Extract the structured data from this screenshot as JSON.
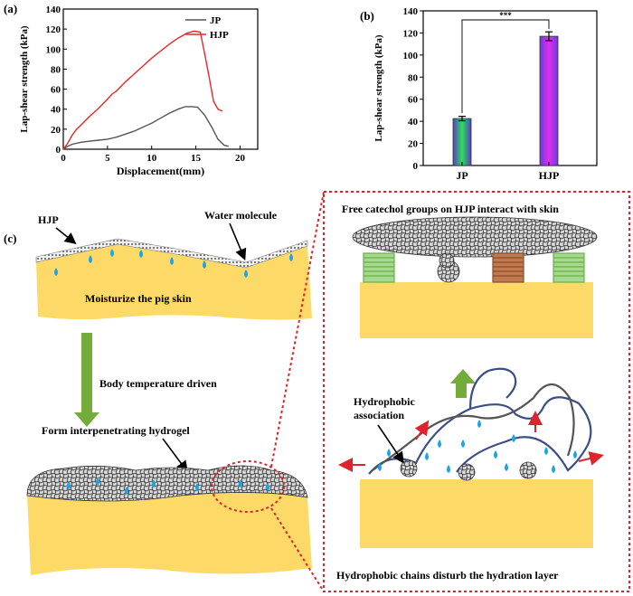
{
  "panels": {
    "a_label": "(a)",
    "b_label": "(b)",
    "c_label": "(c)"
  },
  "chart_data": [
    {
      "type": "line",
      "xlabel": "Displacement(mm)",
      "ylabel": "Lap-shear strength (kPa)",
      "xlim": [
        0,
        22
      ],
      "ylim": [
        0,
        140
      ],
      "xticks": [
        0,
        5,
        10,
        15,
        20
      ],
      "yticks": [
        0,
        20,
        40,
        60,
        80,
        100,
        120,
        140
      ],
      "legend": "top-right",
      "grid": false,
      "series": [
        {
          "name": "JP",
          "color": "#555555",
          "x": [
            0,
            0.5,
            1,
            2,
            3,
            4,
            5,
            6,
            7,
            8,
            9,
            10,
            11,
            12,
            13,
            13.8,
            14.5,
            15.2,
            16,
            16.8,
            17.5,
            18.2,
            18.7
          ],
          "y": [
            0,
            3,
            5,
            7,
            8,
            9,
            10,
            12,
            15,
            18,
            22,
            26,
            31,
            36,
            40,
            42.5,
            42.5,
            42,
            34,
            22,
            10,
            4,
            3
          ]
        },
        {
          "name": "HJP",
          "color": "#e8262b",
          "x": [
            0,
            0.5,
            1,
            1.5,
            2,
            3,
            4,
            5,
            5.5,
            6,
            7,
            8,
            9,
            10,
            11,
            12,
            13,
            14,
            14.8,
            15.5,
            16,
            16.5,
            17,
            17.5,
            18
          ],
          "y": [
            0,
            6,
            14,
            20,
            24,
            33,
            41,
            50,
            55,
            58,
            67,
            75,
            83,
            91,
            98,
            105,
            111,
            116,
            118,
            117,
            95,
            72,
            48,
            40,
            38
          ]
        }
      ]
    },
    {
      "type": "bar",
      "ylabel": "Lap-shear strength (kPa)",
      "categories": [
        "JP",
        "HJP"
      ],
      "values": [
        42.5,
        117
      ],
      "errors": [
        2,
        4
      ],
      "ylim": [
        0,
        140
      ],
      "yticks": [
        0,
        20,
        40,
        60,
        80,
        100,
        120,
        140
      ],
      "significance": "***",
      "grid": false
    }
  ],
  "diagram": {
    "hjp_label": "HJP",
    "water_label": "Water molecule",
    "moisturize_label": "Moisturize the  pig skin",
    "body_temp_label": "Body temperature driven",
    "interpenetrating_label": "Form interpenetrating hydrogel",
    "catechol_label": "Free catechol groups on HJP interact with skin",
    "hydrophobic_line1": "Hydrophobic",
    "hydrophobic_line2": "association",
    "hydration_label": "Hydrophobic chains disturb the hydration layer",
    "colors": {
      "skin": "#fdd968",
      "water": "#1aa6e6",
      "arrow_green": "#74ac3c",
      "dotted_red": "#e0222a",
      "chain_blue": "#3a4f86",
      "chain_gray": "#555555",
      "spring_green": "#a6d98e",
      "spring_brown": "#c07a4e"
    }
  }
}
